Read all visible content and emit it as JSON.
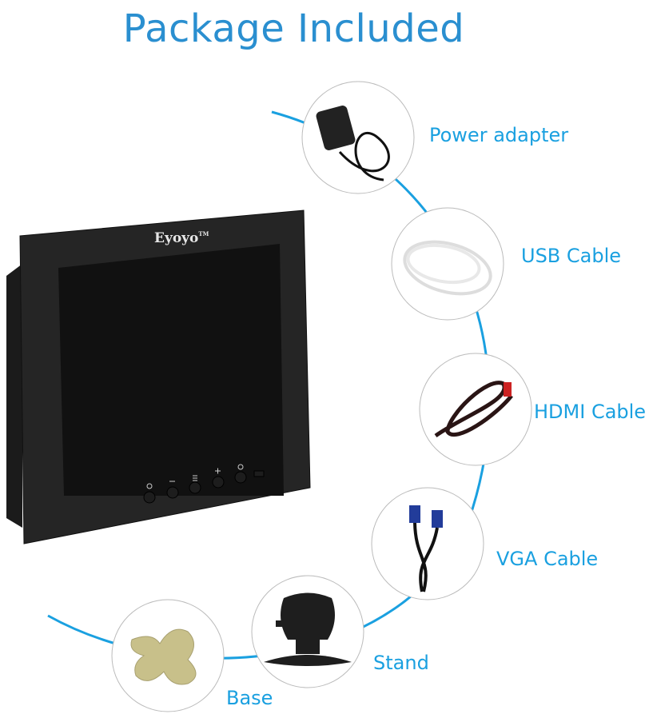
{
  "title": "Package Included",
  "brand": "Eyoyo",
  "brand_tm": "TM",
  "accent": "#1aa0e0",
  "items": [
    {
      "label": "Power adapter"
    },
    {
      "label": "USB Cable"
    },
    {
      "label": "HDMI Cable"
    },
    {
      "label": "VGA Cable"
    },
    {
      "label": "Stand"
    },
    {
      "label": "Base"
    }
  ],
  "buttons": [
    {
      "icon": "circle-icon"
    },
    {
      "icon": "minus-icon"
    },
    {
      "icon": "menu-icon"
    },
    {
      "icon": "plus-icon"
    },
    {
      "icon": "power-icon"
    }
  ]
}
